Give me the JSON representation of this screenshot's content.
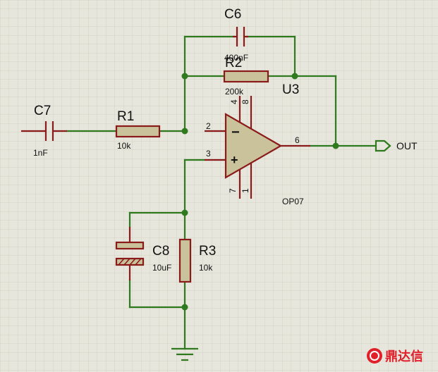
{
  "components": {
    "c6": {
      "ref": "C6",
      "value": "400nF"
    },
    "r2": {
      "ref": "R2",
      "value": "200k"
    },
    "c7": {
      "ref": "C7",
      "value": "1nF"
    },
    "r1": {
      "ref": "R1",
      "value": "10k"
    },
    "u3": {
      "ref": "U3",
      "value": "OP07"
    },
    "c8": {
      "ref": "C8",
      "value": "10uF"
    },
    "r3": {
      "ref": "R3",
      "value": "10k"
    }
  },
  "pins": {
    "p2": "2",
    "p3": "3",
    "p4": "4",
    "p6": "6",
    "p7": "7",
    "p8": "8",
    "minus": "−",
    "plus": "+"
  },
  "terminal": {
    "out": "OUT"
  },
  "watermark": {
    "text": "鼎达信"
  },
  "colors": {
    "wire": "#2f7a1f",
    "component": "#8b1a1a",
    "component_fill": "#c9c29a",
    "grid": "#d4d4ca",
    "watermark": "#e0202a"
  }
}
